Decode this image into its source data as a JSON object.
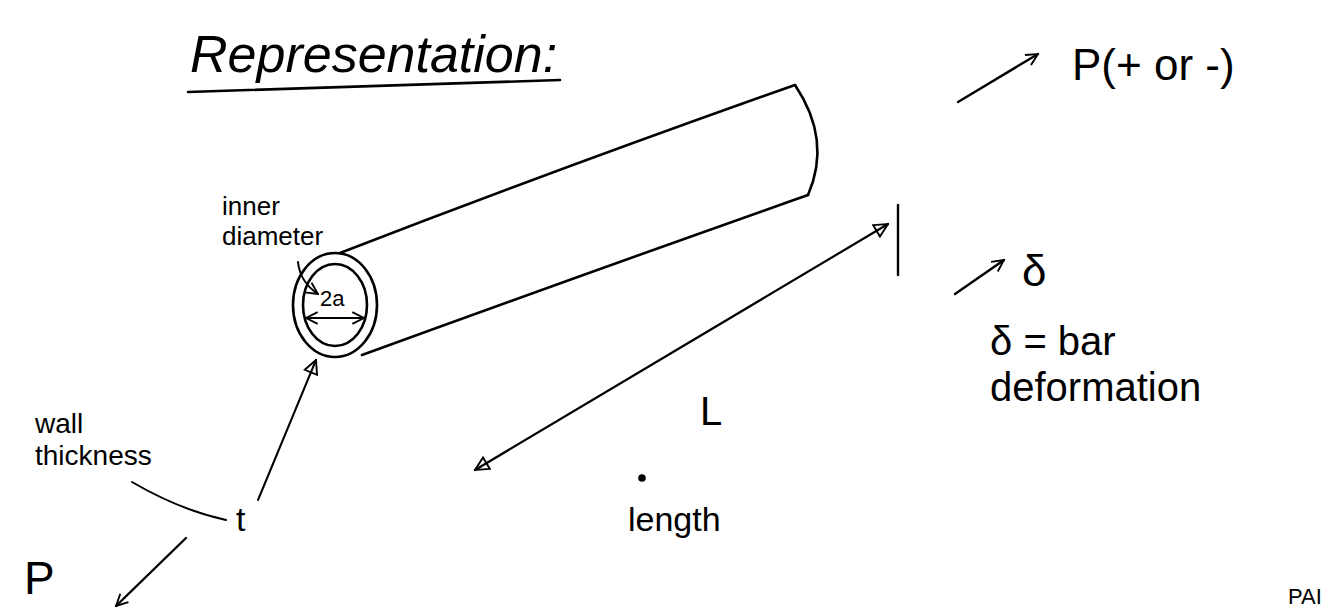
{
  "diagram": {
    "title": "Representation:",
    "labels": [
      "P(+ or -)",
      "inner diameter",
      "2a",
      "wall thickness",
      "t",
      "L",
      "length",
      "δ",
      "δ = bar deformation",
      "P",
      "PAI"
    ]
  }
}
